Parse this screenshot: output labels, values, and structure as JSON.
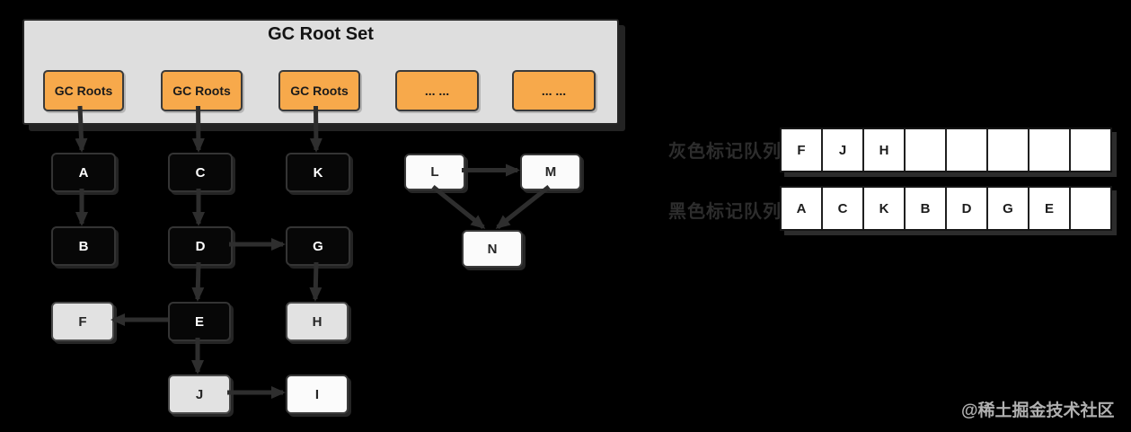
{
  "root_set": {
    "title": "GC Root Set",
    "boxes": [
      "GC Roots",
      "GC Roots",
      "GC Roots",
      "... ...",
      "... ..."
    ]
  },
  "diagram": {
    "nodes": [
      {
        "id": "A",
        "label": "A",
        "state": "black"
      },
      {
        "id": "B",
        "label": "B",
        "state": "black"
      },
      {
        "id": "C",
        "label": "C",
        "state": "black"
      },
      {
        "id": "D",
        "label": "D",
        "state": "black"
      },
      {
        "id": "E",
        "label": "E",
        "state": "black"
      },
      {
        "id": "F",
        "label": "F",
        "state": "gray"
      },
      {
        "id": "G",
        "label": "G",
        "state": "black"
      },
      {
        "id": "H",
        "label": "H",
        "state": "gray"
      },
      {
        "id": "I",
        "label": "I",
        "state": "white"
      },
      {
        "id": "J",
        "label": "J",
        "state": "gray"
      },
      {
        "id": "K",
        "label": "K",
        "state": "black"
      },
      {
        "id": "L",
        "label": "L",
        "state": "white"
      },
      {
        "id": "M",
        "label": "M",
        "state": "white"
      },
      {
        "id": "N",
        "label": "N",
        "state": "white"
      }
    ],
    "edges": [
      {
        "from": "r1",
        "to": "A"
      },
      {
        "from": "r2",
        "to": "C"
      },
      {
        "from": "r3",
        "to": "K"
      },
      {
        "from": "A",
        "to": "B"
      },
      {
        "from": "C",
        "to": "D"
      },
      {
        "from": "D",
        "to": "G"
      },
      {
        "from": "D",
        "to": "E"
      },
      {
        "from": "G",
        "to": "H"
      },
      {
        "from": "E",
        "to": "F"
      },
      {
        "from": "E",
        "to": "J"
      },
      {
        "from": "J",
        "to": "I"
      },
      {
        "from": "L",
        "to": "M"
      },
      {
        "from": "L",
        "to": "N"
      },
      {
        "from": "M",
        "to": "N"
      }
    ]
  },
  "arrays": [
    {
      "label": "灰色标记队列",
      "cells": [
        "F",
        "J",
        "H",
        "",
        "",
        "",
        "",
        ""
      ]
    },
    {
      "label": "黑色标记队列",
      "cells": [
        "A",
        "C",
        "K",
        "B",
        "D",
        "G",
        "E",
        ""
      ]
    }
  ],
  "watermark": "@稀土掘金技术社区",
  "colors": {
    "background": "#000000",
    "panel_gray": "#DEDEDE",
    "accent_orange": "#F7A94B",
    "node_black": "#070707",
    "node_gray": "#E2E2E2",
    "node_white": "#FBFBFB",
    "edge": "#2E2E2E"
  }
}
